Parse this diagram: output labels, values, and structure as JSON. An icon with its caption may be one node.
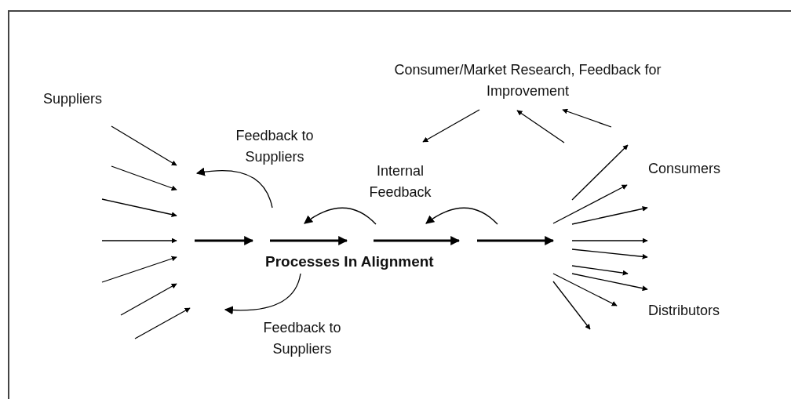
{
  "diagram": {
    "labels": [
      "Consumer/Market Research, Feedback for Improvement",
      "Suppliers",
      "Feedback to Suppliers",
      "Consumers",
      "Internal Feedback",
      "Processes In Alignment",
      "Distributors",
      "Feedback to Suppliers"
    ]
  }
}
